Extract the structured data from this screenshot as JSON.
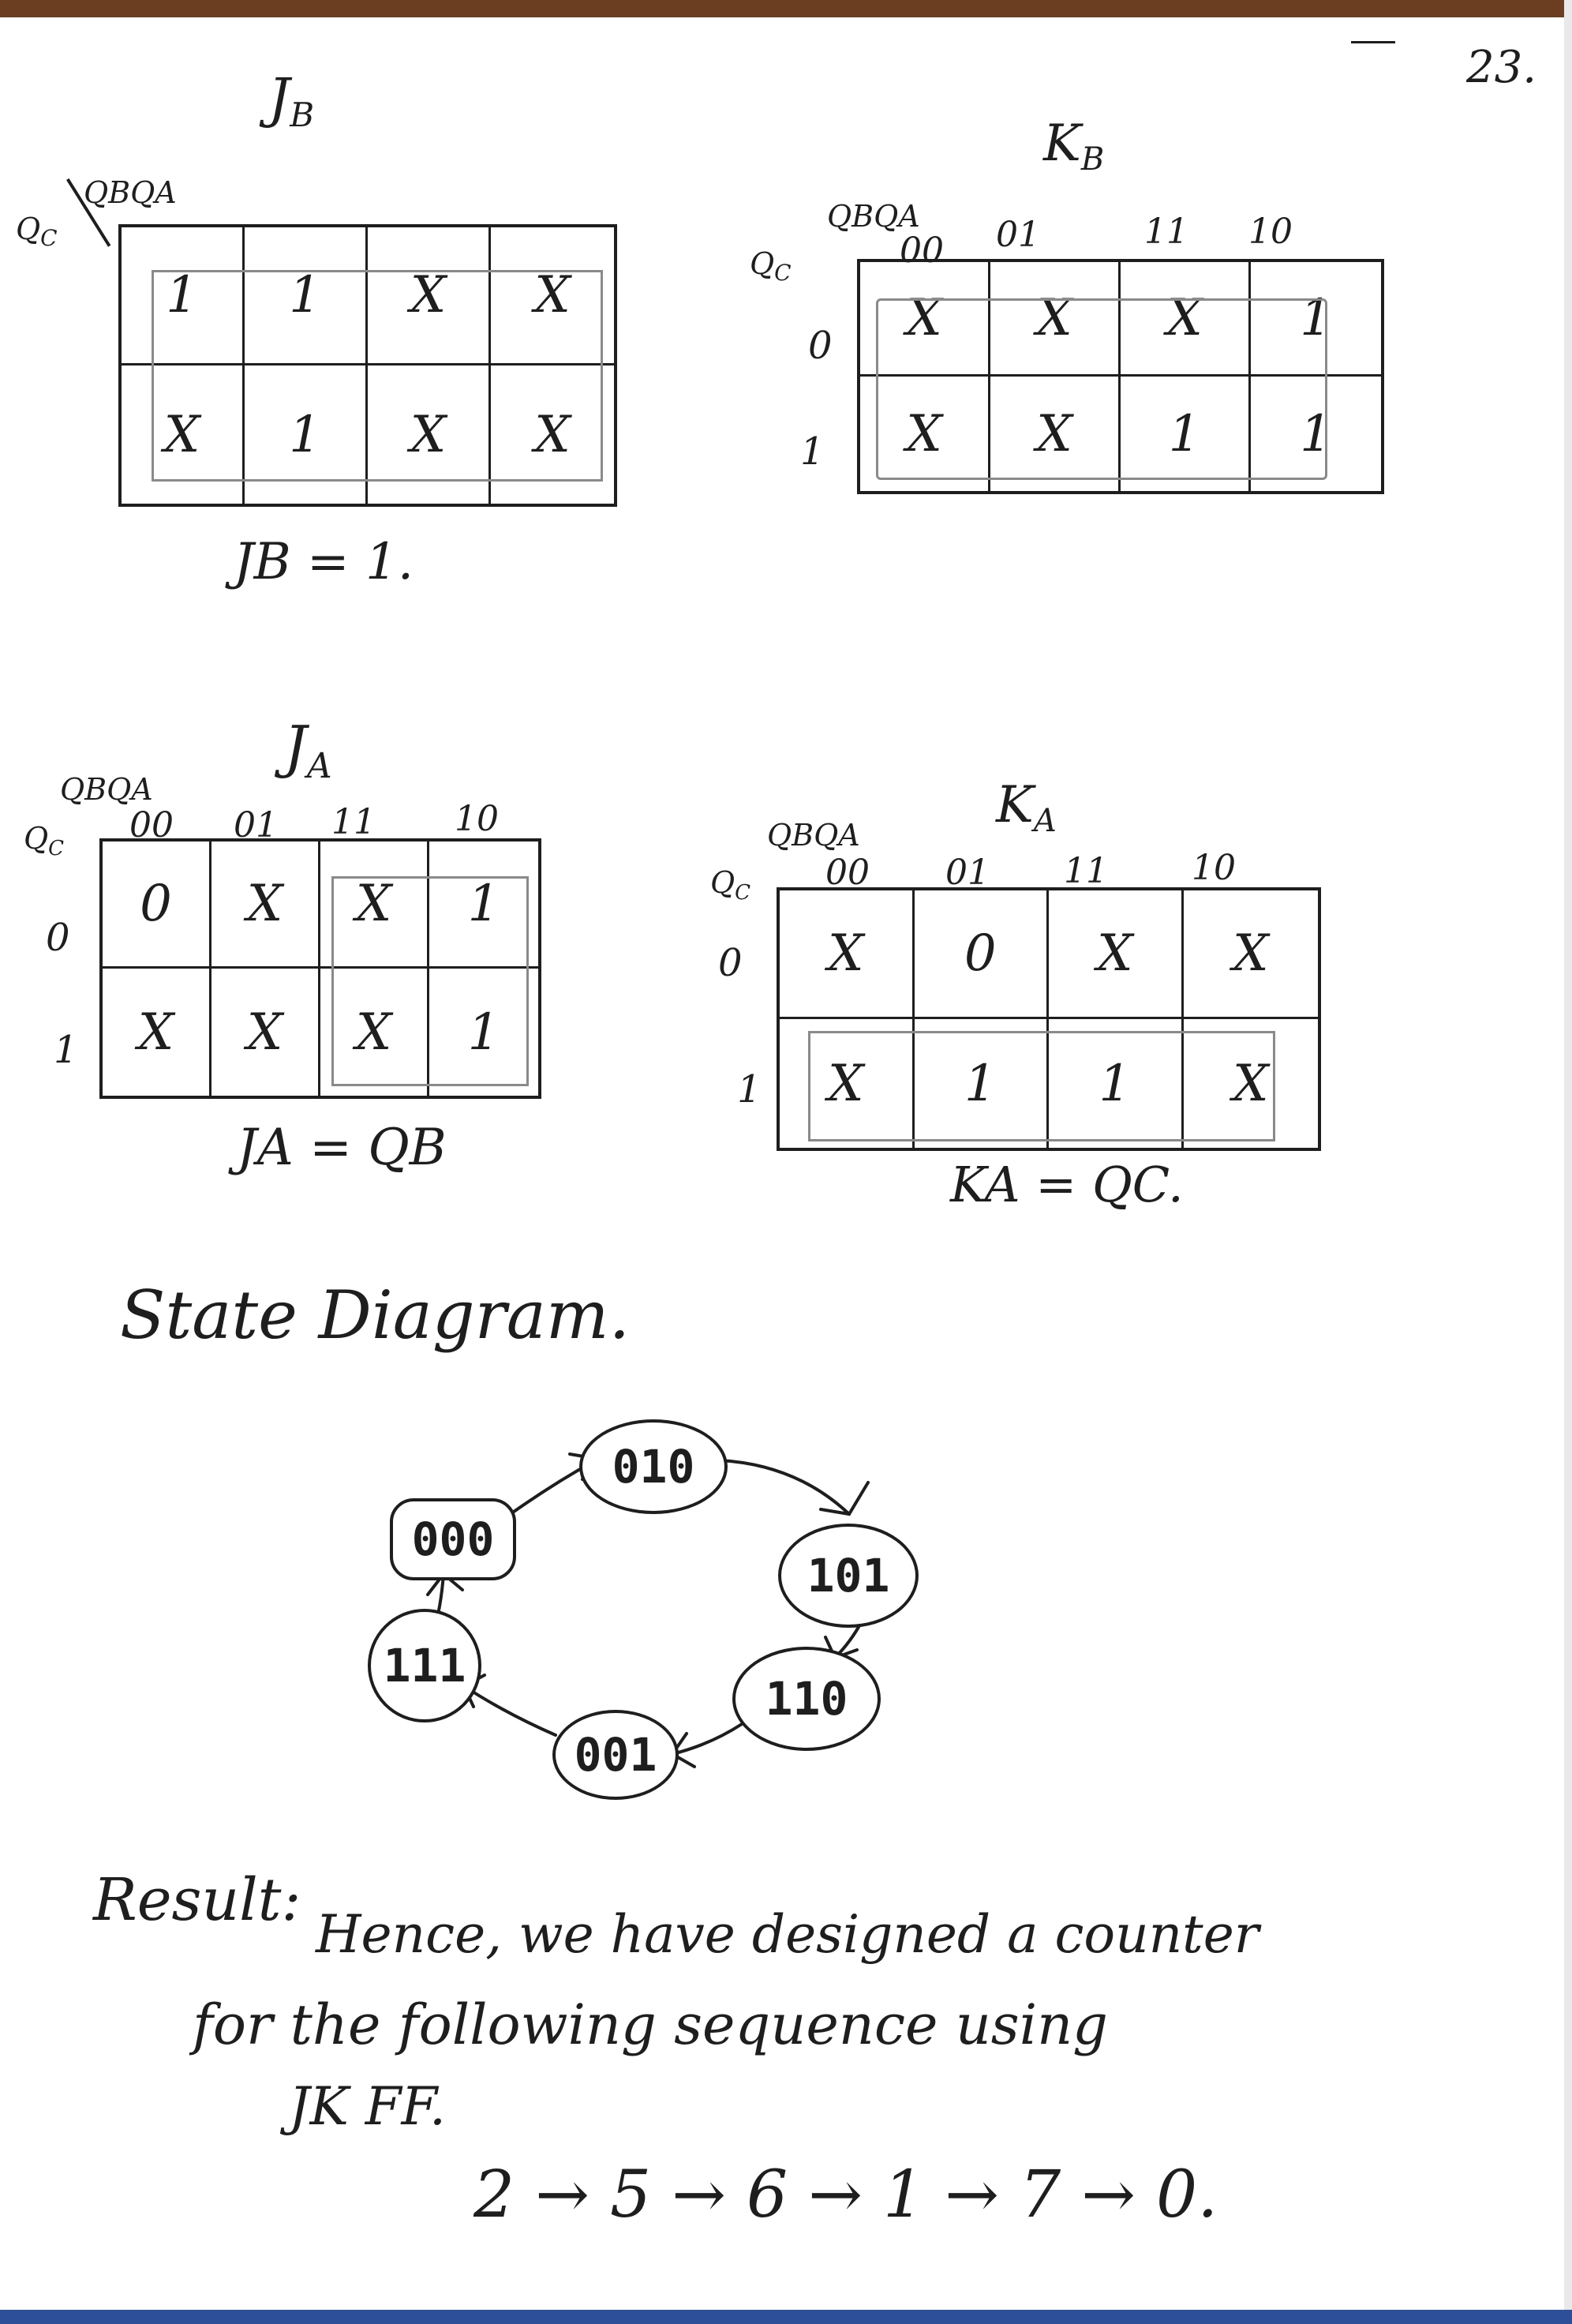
{
  "page_number": "23.",
  "maps": {
    "jb": {
      "title": "J",
      "title_sub": "B",
      "corner_row_var": "Q",
      "corner_row_sub": "C",
      "corner_col_vars": "QBQA",
      "rows": [
        [
          "1",
          "1",
          "X",
          "X"
        ],
        [
          "X",
          "1",
          "X",
          "X"
        ]
      ],
      "equation": "JB = 1."
    },
    "kb": {
      "title": "K",
      "title_sub": "B",
      "corner_row_var": "Q",
      "corner_row_sub": "C",
      "corner_col_vars": "QBQA",
      "col_headers": [
        "00",
        "01",
        "11",
        "10"
      ],
      "row_headers": [
        "0",
        "1"
      ],
      "rows": [
        [
          "X",
          "X",
          "X",
          "1"
        ],
        [
          "X",
          "X",
          "1",
          "1"
        ]
      ]
    },
    "ja": {
      "title": "J",
      "title_sub": "A",
      "corner_row_var": "Q",
      "corner_row_sub": "C",
      "corner_col_vars": "QBQA",
      "col_headers": [
        "00",
        "01",
        "11",
        "10"
      ],
      "row_headers": [
        "0",
        "1"
      ],
      "rows": [
        [
          "0",
          "X",
          "X",
          "1"
        ],
        [
          "X",
          "X",
          "X",
          "1"
        ]
      ],
      "equation": "JA = QB"
    },
    "ka": {
      "title": "K",
      "title_sub": "A",
      "corner_row_var": "Q",
      "corner_row_sub": "C",
      "corner_col_vars": "QBQA",
      "col_headers": [
        "00",
        "01",
        "11",
        "10"
      ],
      "row_headers": [
        "0",
        "1"
      ],
      "rows": [
        [
          "X",
          "0",
          "X",
          "X"
        ],
        [
          "X",
          "1",
          "1",
          "X"
        ]
      ],
      "equation": "KA = QC."
    }
  },
  "state_diagram": {
    "heading": "State Diagram.",
    "states": [
      "010",
      "101",
      "110",
      "001",
      "111",
      "000"
    ]
  },
  "result": {
    "label": "Result:",
    "line1": "Hence, we have designed a counter",
    "line2": "for the following sequence using",
    "line3": "JK FF.",
    "sequence": "2 → 5 → 6 → 1 → 7 → 0."
  },
  "colors": {
    "ink": "#1e1e1e",
    "group_outline": "#8a8a8a",
    "paper": "#ffffff",
    "top_edge": "#6b3e22",
    "bottom_edge": "#2d4f9a"
  }
}
